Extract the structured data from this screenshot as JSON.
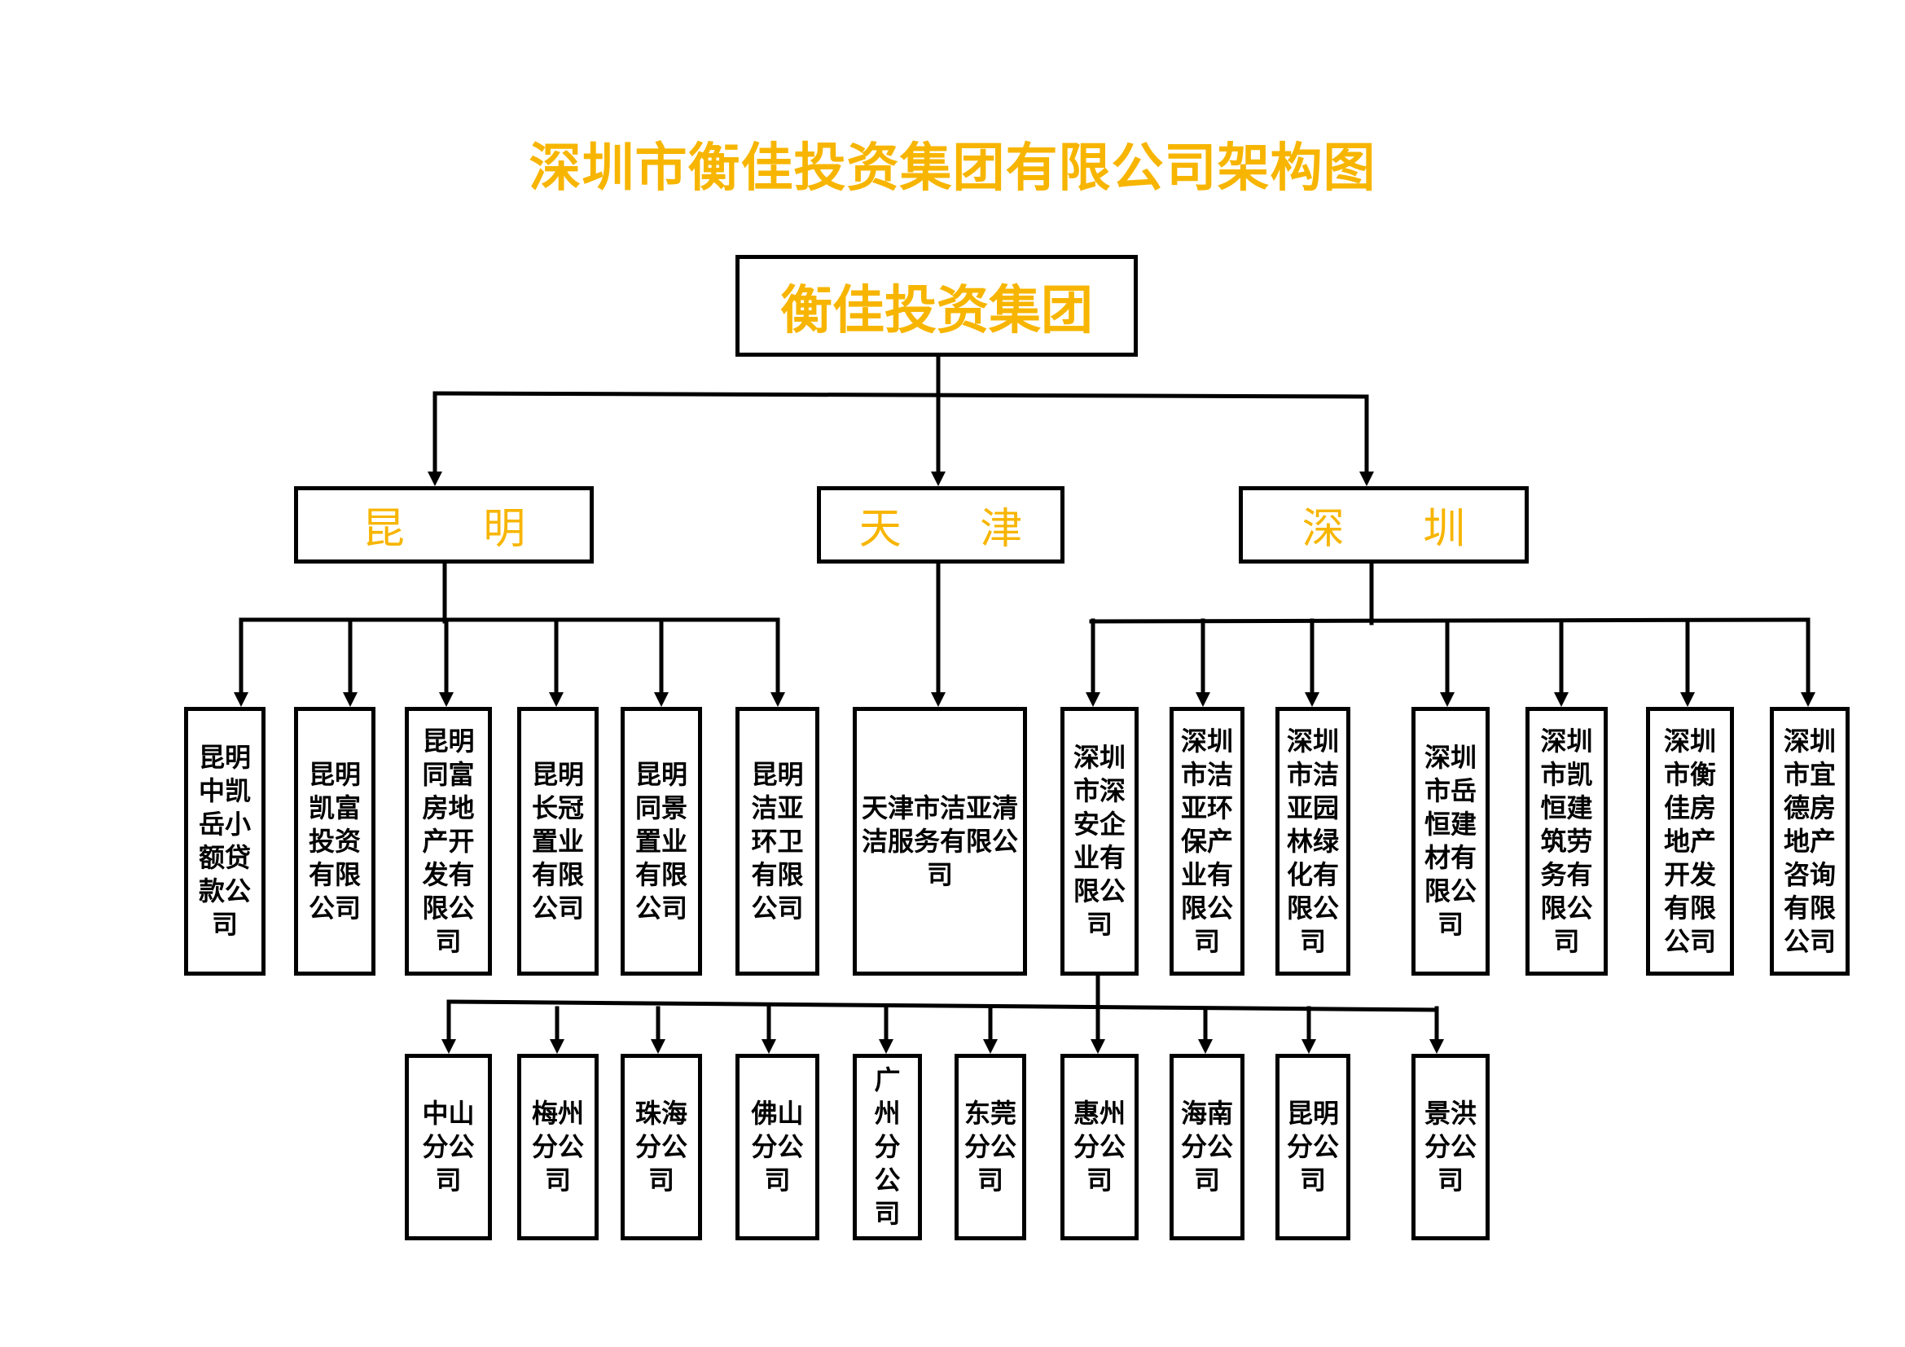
{
  "title": "深圳市衡佳投资集团有限公司架构图",
  "root": "衡佳投资集团",
  "cities": [
    {
      "name": "昆  明"
    },
    {
      "name": "天  津"
    },
    {
      "name": "深  圳"
    }
  ],
  "kunming_companies": [
    "昆明中凯岳小额贷款公司",
    "昆明凯富投资有限公司",
    "昆明同富房地产开发有限公司",
    "昆明长冠置业有限公司",
    "昆明同景置业有限公司",
    "昆明洁亚环卫有限公司"
  ],
  "tianjin_companies": [
    "天津市洁亚清洁服务有限公司"
  ],
  "shenzhen_companies": [
    "深圳市深安企业有限公司",
    "深圳市洁亚环保产业有限公司",
    "深圳市洁亚园林绿化有限公司",
    "深圳市岳恒建材有限公司",
    "深圳市凯恒建筑劳务有限公司",
    "深圳市衡佳房地产开发有限公司",
    "深圳市宜德房地产咨询有限公司"
  ],
  "branches": [
    "中山分公司",
    "梅州分公司",
    "珠海分公司",
    "佛山分公司",
    "广州分公司",
    "东莞分公司",
    "惠州分公司",
    "海南分公司",
    "昆明分公司",
    "景洪分公司"
  ],
  "colors": {
    "accent": "#F7B500",
    "line": "#000000"
  }
}
